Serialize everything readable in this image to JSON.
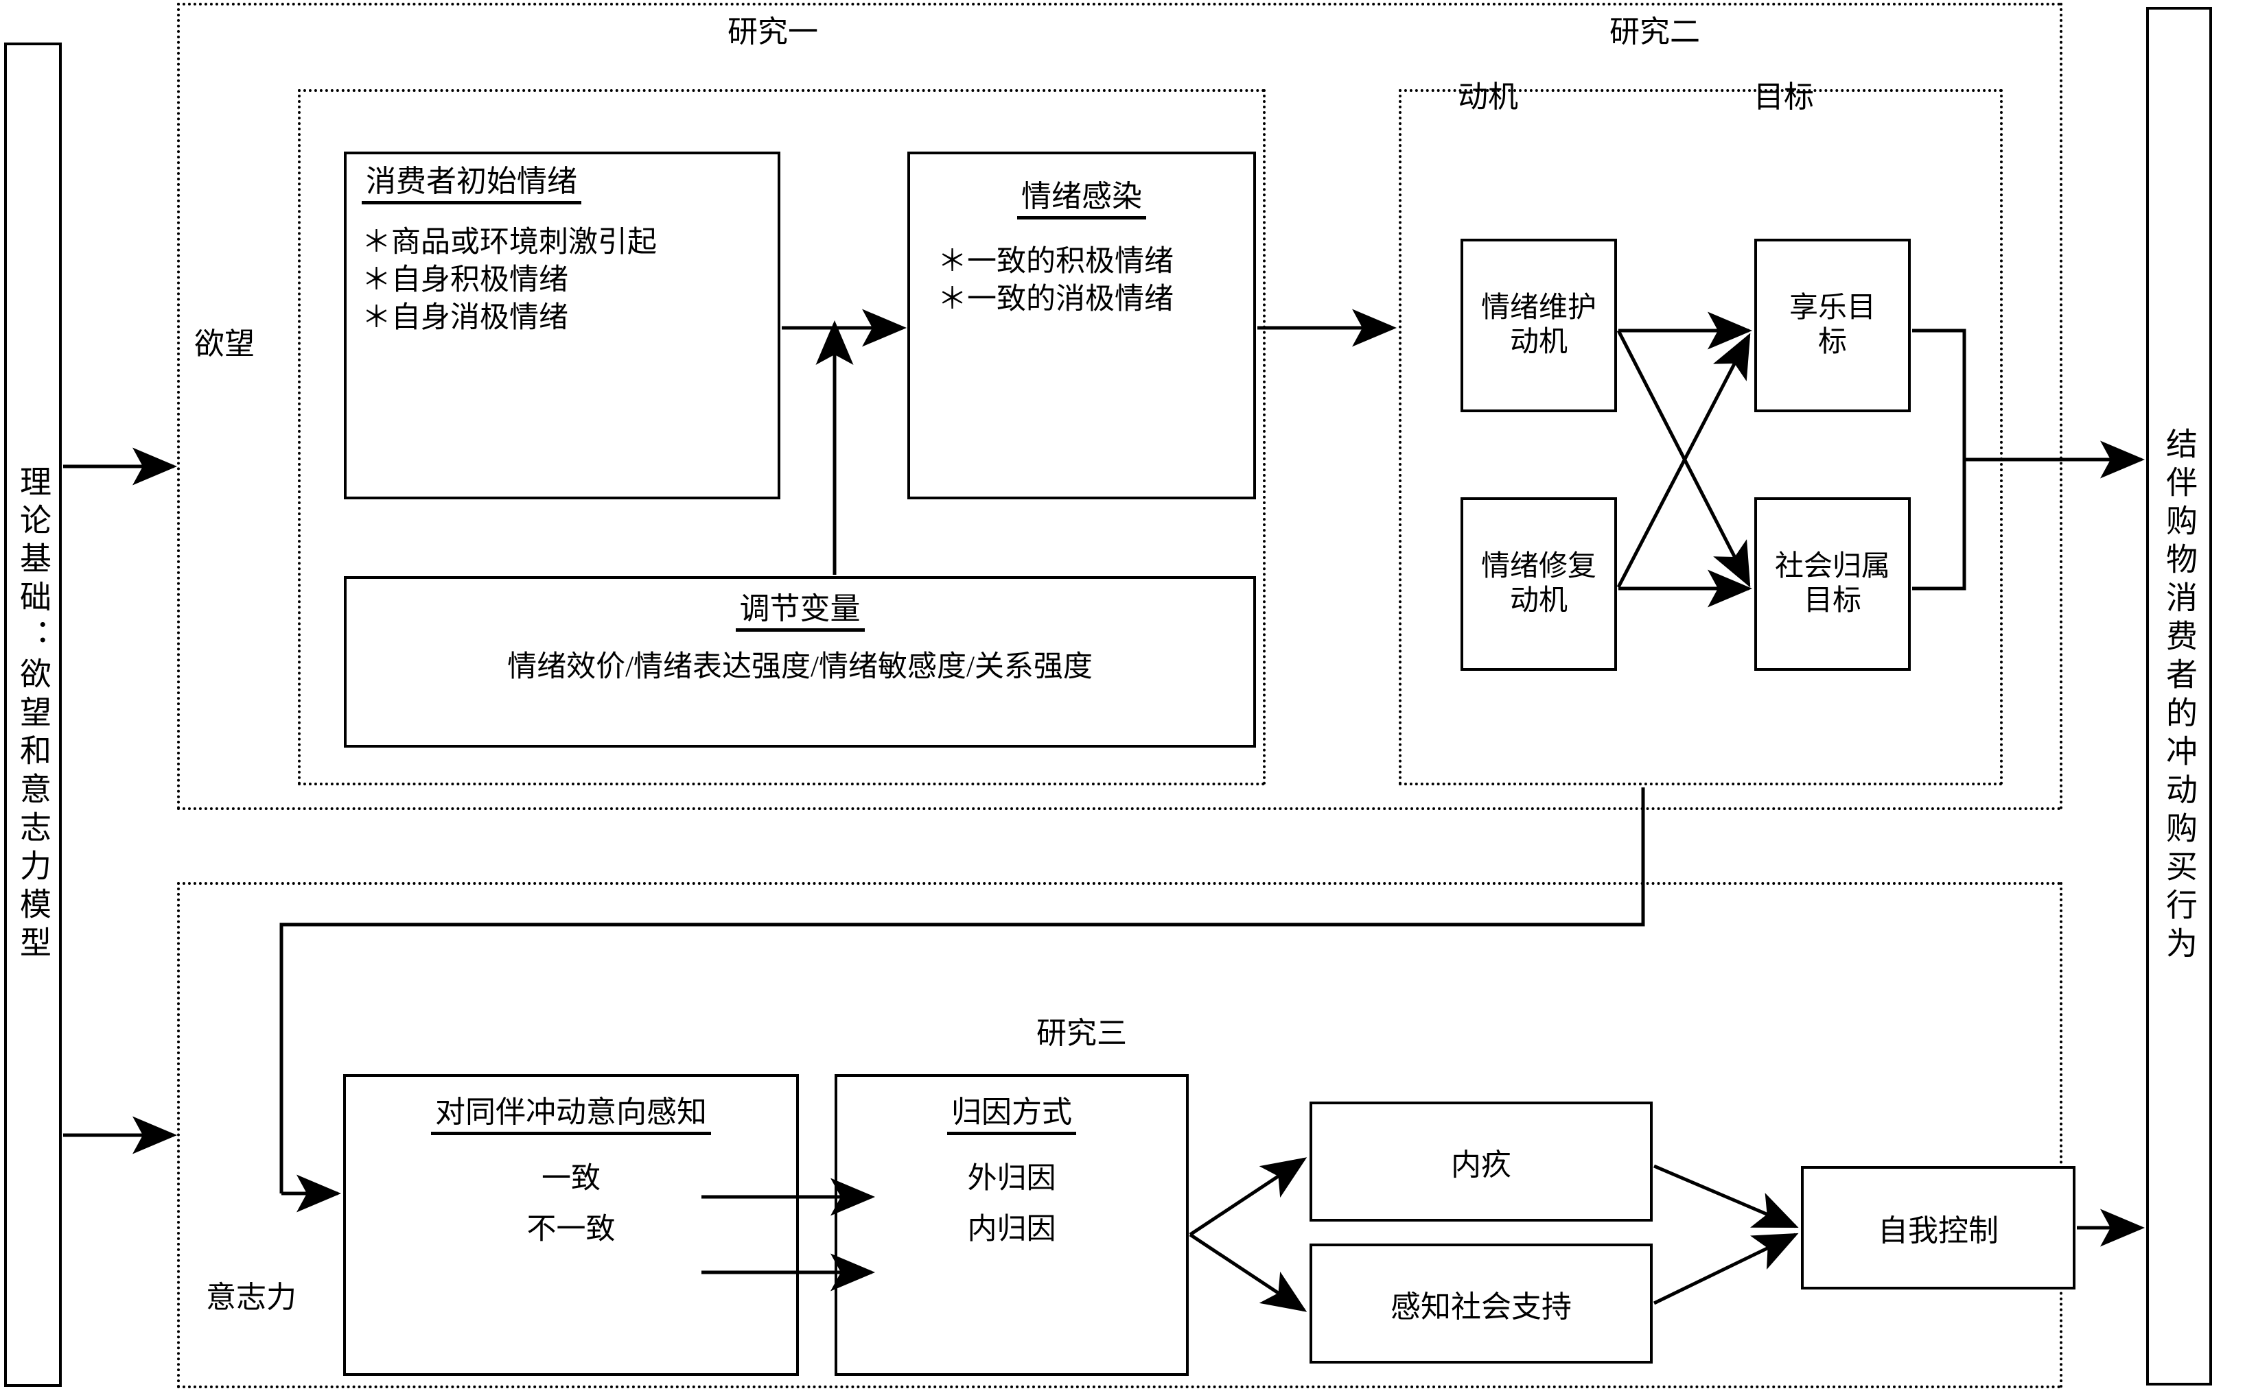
{
  "diagram": {
    "title_hidden": "",
    "theory_box": {
      "text": "理论基础：欲望和意志力模型"
    },
    "outcome_box": {
      "text": "结伴购物消费者的冲动购买行为"
    },
    "edge_labels": {
      "desire": "欲望",
      "willpower": "意志力"
    },
    "sections": [
      {
        "id": "study1",
        "title": "研究一"
      },
      {
        "id": "study2",
        "title": "研究二"
      },
      {
        "id": "study3",
        "title": "研究三"
      }
    ],
    "study1": {
      "initial_emotion": {
        "title": "消费者初始情绪",
        "bullets": [
          "＊商品或环境刺激引起",
          "＊自身积极情绪",
          "＊自身消极情绪"
        ]
      },
      "contagion": {
        "title": "情绪感染",
        "bullets": [
          "＊一致的积极情绪",
          "＊一致的消极情绪"
        ]
      },
      "moderator": {
        "title": "调节变量",
        "items": "情绪效价/情绪表达强度/情绪敏感度/关系强度"
      }
    },
    "study2": {
      "col_motive": "动机",
      "col_goal": "目标",
      "motives": [
        "情绪维护动机",
        "情绪修复动机"
      ],
      "goals": [
        "享乐目标",
        "社会归属目标"
      ]
    },
    "study3": {
      "perception": {
        "title": "对同伴冲动意向感知",
        "options": [
          "一致",
          "不一致"
        ]
      },
      "attribution": {
        "title": "归因方式",
        "options": [
          "外归因",
          "内归因"
        ]
      },
      "mediators": [
        "内疚",
        "感知社会支持"
      ],
      "outcome": "自我控制"
    }
  },
  "colors": {
    "line": "#000000",
    "background": "#ffffff"
  }
}
